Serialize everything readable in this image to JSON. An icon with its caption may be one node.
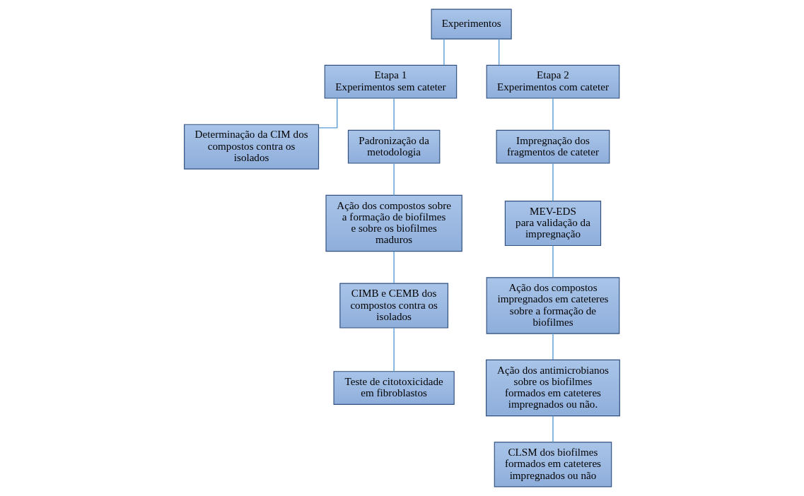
{
  "diagram": {
    "nodes": [
      {
        "text": [
          "Experimentos"
        ]
      },
      {
        "text": [
          "Etapa 1",
          "Experimentos sem cateter"
        ]
      },
      {
        "text": [
          "Etapa 2",
          "Experimentos com cateter"
        ]
      },
      {
        "text": [
          "Determinação da CIM dos compostos contra os isolados"
        ]
      },
      {
        "text": [
          "Padronização da metodologia"
        ]
      },
      {
        "text": [
          "Ação dos compostos sobre a formação de biofilmes e sobre os biofilmes maduros"
        ]
      },
      {
        "text": [
          "CIMB e CEMB dos compostos contra os isolados"
        ]
      },
      {
        "text": [
          "Teste de citotoxicidade em fibroblastos"
        ]
      },
      {
        "text": [
          "Impregnação dos fragmentos de cateter"
        ]
      },
      {
        "text": [
          "MEV-EDS",
          "para validação da impregnação"
        ]
      },
      {
        "text": [
          "Ação dos compostos impregnados em cateteres sobre a formação de biofilmes"
        ]
      },
      {
        "text": [
          "Ação dos antimicrobianos sobre os biofilmes formados em cateteres impregnados ou não."
        ]
      },
      {
        "text": [
          "CLSM dos biofilmes formados em cateteres impregnados ou não"
        ]
      }
    ],
    "edges": [
      {
        "from": 0,
        "to": 1,
        "arrow": "none"
      },
      {
        "from": 0,
        "to": 2,
        "arrow": "none"
      },
      {
        "from": 1,
        "to": 3,
        "arrow": "none"
      },
      {
        "from": 1,
        "to": 4,
        "arrow": "none"
      },
      {
        "from": 4,
        "to": 5,
        "arrow": "none"
      },
      {
        "from": 5,
        "to": 6,
        "arrow": "none"
      },
      {
        "from": 6,
        "to": 7,
        "arrow": "none"
      },
      {
        "from": 2,
        "to": 8,
        "arrow": "none"
      },
      {
        "from": 8,
        "to": 9,
        "arrow": "none"
      },
      {
        "from": 9,
        "to": 10,
        "arrow": "none"
      },
      {
        "from": 10,
        "to": 11,
        "arrow": "none"
      },
      {
        "from": 11,
        "to": 12,
        "arrow": "none"
      }
    ]
  }
}
